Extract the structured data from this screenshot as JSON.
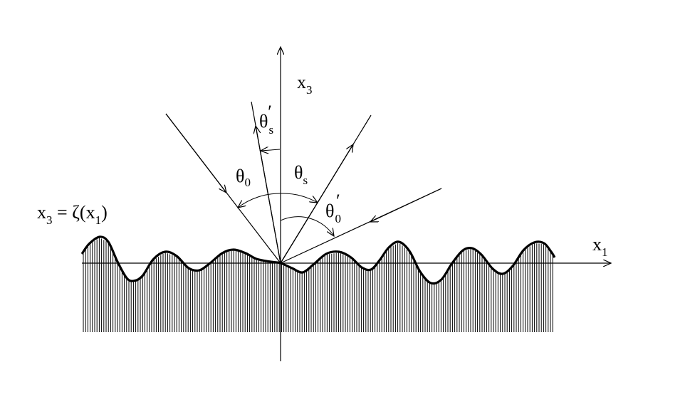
{
  "labels": {
    "x3_axis": "x",
    "x3_axis_sub": "3",
    "x1_axis": "x",
    "x1_axis_sub": "1",
    "surface_eq_a": "x",
    "surface_eq_a_sub": "3",
    "surface_eq_b": " = ζ(x",
    "surface_eq_b_sub": "1",
    "surface_eq_c": ")",
    "theta0": "θ",
    "theta0_sub": "0",
    "thetas": "θ",
    "thetas_sub": "s",
    "thetas_prime": "θ",
    "thetas_prime_sub": "s",
    "theta0_prime": "θ",
    "theta0_prime_sub": "0",
    "prime_mark": "′"
  },
  "colors": {
    "ink": "#000000",
    "background": "#ffffff"
  }
}
